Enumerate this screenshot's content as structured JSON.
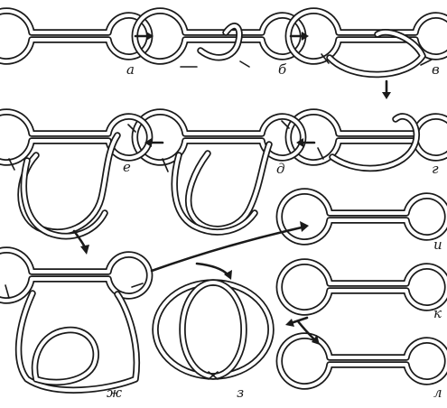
{
  "figure": {
    "panel_labels": {
      "a": "а",
      "b": "б",
      "v": "в",
      "g": "г",
      "d": "д",
      "e": "е",
      "zh": "ж",
      "z": "з",
      "i": "и",
      "k": "к",
      "l": "л"
    },
    "line_color": "#1a1a1a",
    "background": "#ffffff"
  }
}
